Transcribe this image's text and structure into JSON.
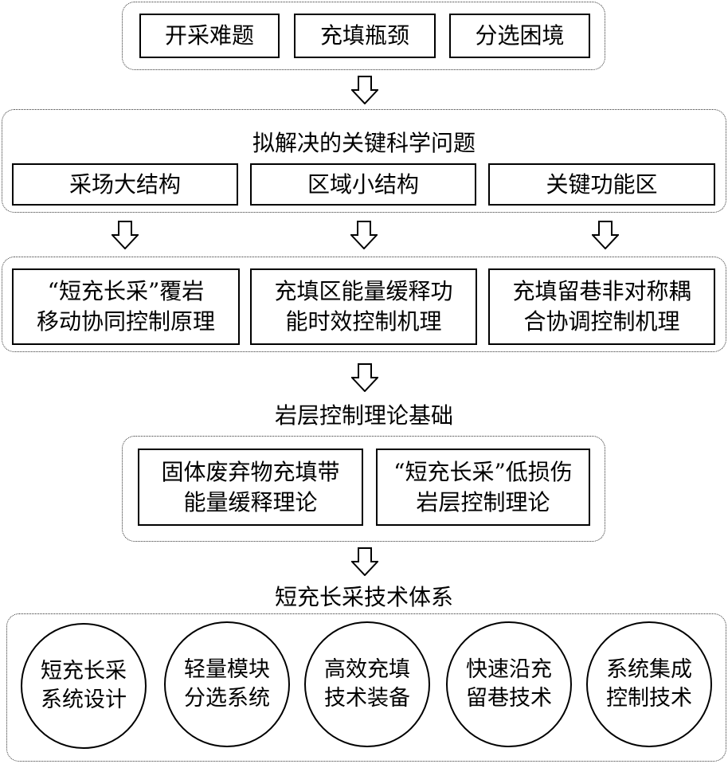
{
  "problems": [
    "开采难题",
    "充填瓶颈",
    "分选困境"
  ],
  "science": {
    "title": "拟解决的关键科学问题",
    "items": [
      "采场大结构",
      "区域小结构",
      "关键功能区"
    ]
  },
  "mechanisms": [
    [
      "“短充长采”覆岩",
      "移动协同控制原理"
    ],
    [
      "充填区能量缓释功",
      "能时效控制机理"
    ],
    [
      "充填留巷非对称耦",
      "合协调控制机理"
    ]
  ],
  "theory": {
    "title": "岩层控制理论基础",
    "items": [
      [
        "固体废弃物充填带",
        "能量缓释理论"
      ],
      [
        "“短充长采”低损伤",
        "岩层控制理论"
      ]
    ]
  },
  "tech": {
    "title": "短充长采技术体系",
    "items": [
      [
        "短充长采",
        "系统设计"
      ],
      [
        "轻量模块",
        "分选系统"
      ],
      [
        "高效充填",
        "技术装备"
      ],
      [
        "快速沿充",
        "留巷技术"
      ],
      [
        "系统集成",
        "控制技术"
      ]
    ]
  }
}
